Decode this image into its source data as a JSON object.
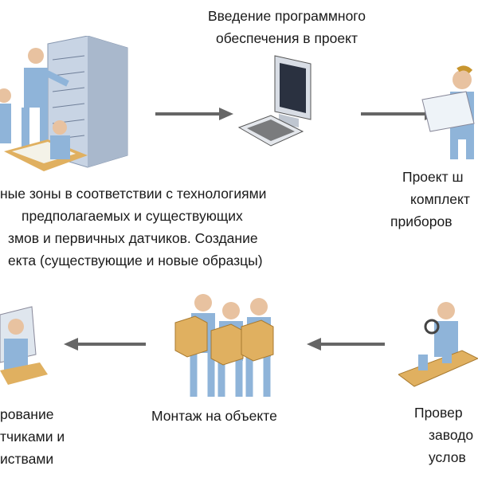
{
  "steps": {
    "software": {
      "lines": [
        "Введение программного",
        "обеспечения в проект"
      ],
      "icon": "computer-icon"
    },
    "zones": {
      "lines": [
        "ные зоны в соответствии с технологиями",
        "предполагаемых и существующих",
        "змов и первичных датчиков. Создание",
        "екта (существующие и новые образцы)"
      ],
      "icon": "server-team-icon"
    },
    "project": {
      "lines": [
        "Проект ш",
        "комплект",
        "приборов"
      ],
      "icon": "engineer-blueprint-icon"
    },
    "check": {
      "lines": [
        "Провер",
        "заводо",
        "услов"
      ],
      "icon": "conveyor-inspection-icon"
    },
    "install": {
      "lines": [
        "Монтаж на объекте"
      ],
      "icon": "workers-boxes-icon"
    },
    "testing": {
      "lines": [
        "рование",
        "тчиками и",
        "иствами"
      ],
      "icon": "operator-icon"
    }
  },
  "colors": {
    "arrow": "#666666",
    "figure": "#8fb4d9",
    "box": "#e0b060",
    "server": "#c8d4e4"
  }
}
